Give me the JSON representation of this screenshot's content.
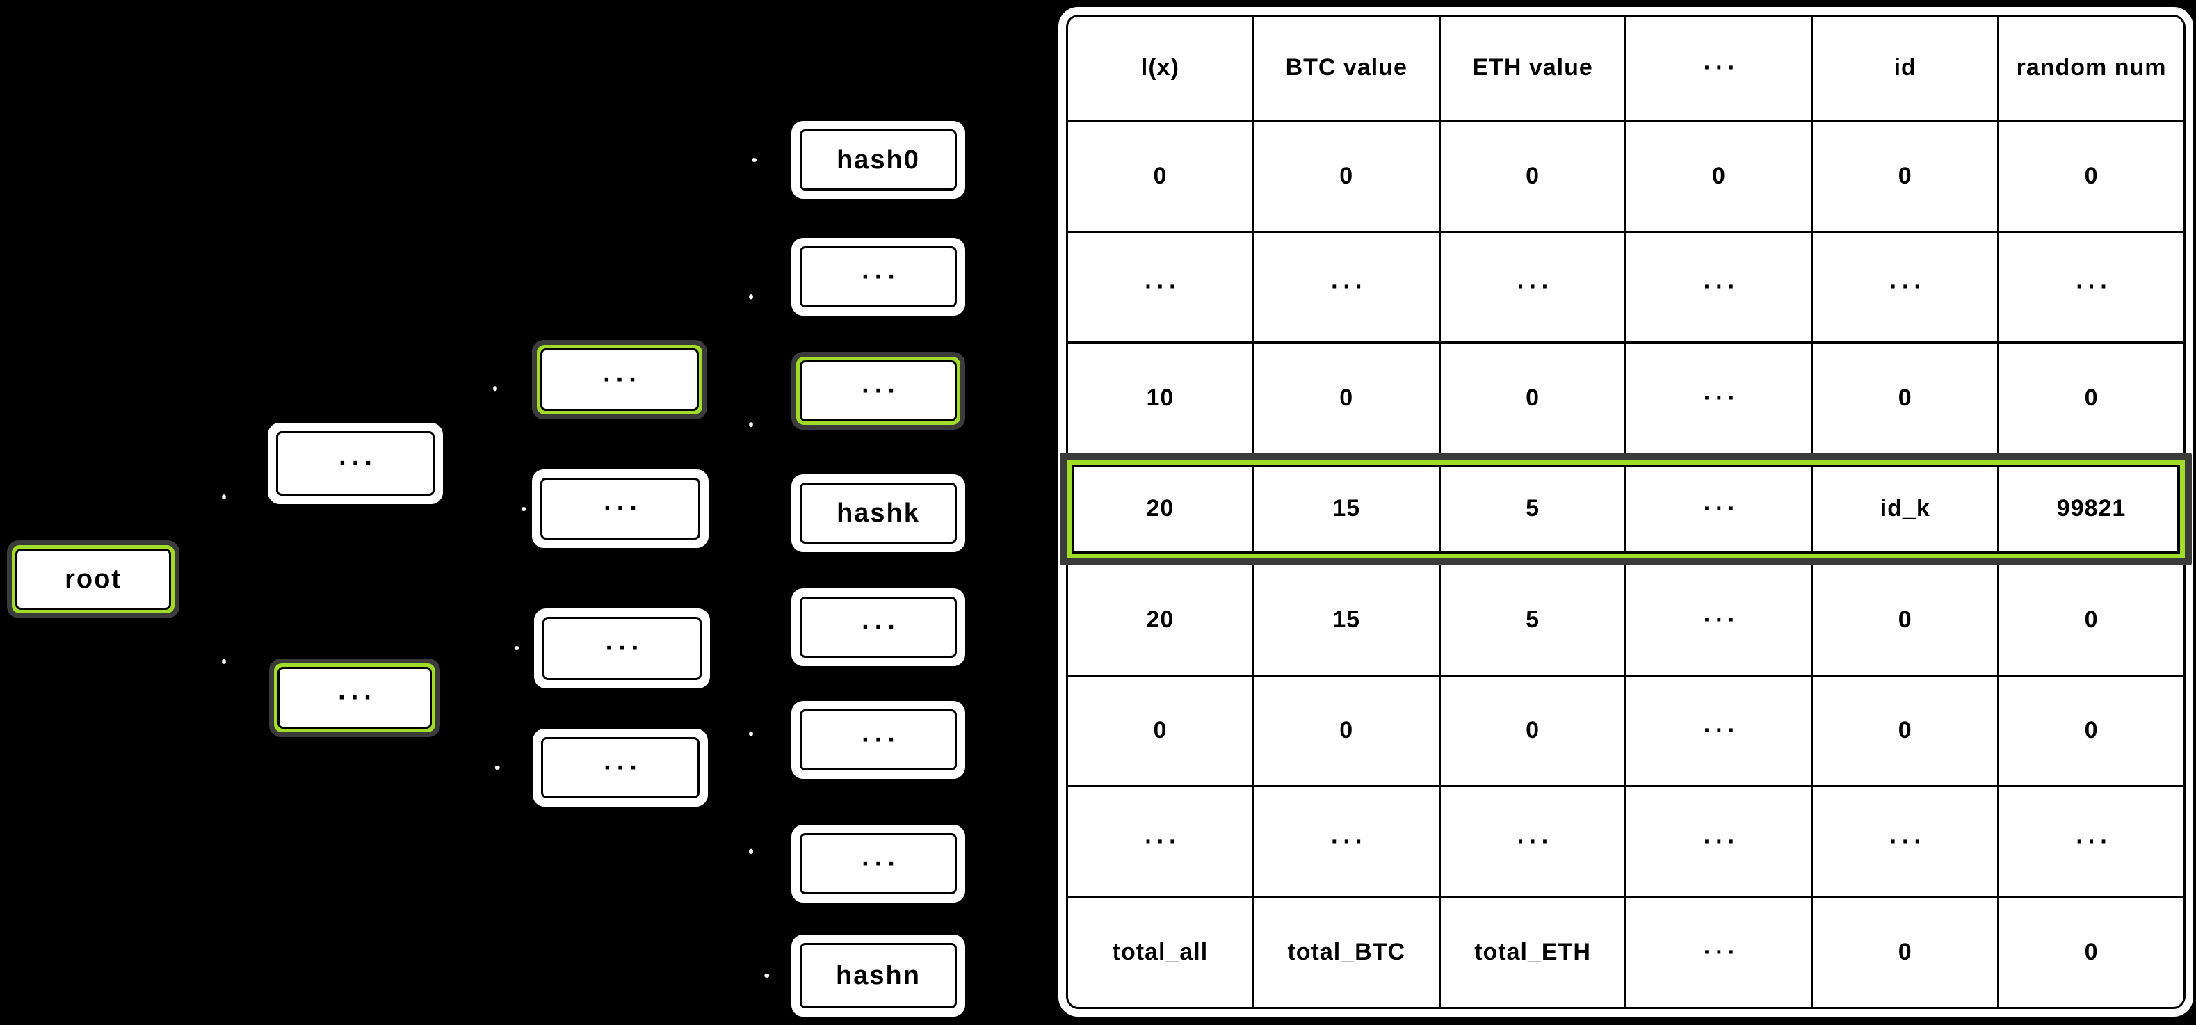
{
  "palette": {
    "background": "#000000",
    "node_fill": "#ffffff",
    "line": "#000000",
    "highlight_green": "#a0dc28",
    "highlight_dark_gray": "#3b3b3b",
    "connector_dot": "#ffffff"
  },
  "tree": {
    "nodes": [
      {
        "id": "root",
        "label": "root",
        "highlighted": true
      },
      {
        "id": "l2-top",
        "label": "...",
        "highlighted": false
      },
      {
        "id": "l2-bottom",
        "label": "...",
        "highlighted": true
      },
      {
        "id": "l3-1",
        "label": "...",
        "highlighted": true
      },
      {
        "id": "l3-2",
        "label": "...",
        "highlighted": false
      },
      {
        "id": "l3-3",
        "label": "...",
        "highlighted": false
      },
      {
        "id": "l3-4",
        "label": "...",
        "highlighted": false
      },
      {
        "id": "leaf-1",
        "label": "hash0",
        "highlighted": false
      },
      {
        "id": "leaf-2",
        "label": "...",
        "highlighted": false
      },
      {
        "id": "leaf-3",
        "label": "...",
        "highlighted": true
      },
      {
        "id": "leaf-4",
        "label": "hashk",
        "highlighted": false
      },
      {
        "id": "leaf-5",
        "label": "...",
        "highlighted": false
      },
      {
        "id": "leaf-6",
        "label": "...",
        "highlighted": false
      },
      {
        "id": "leaf-7",
        "label": "...",
        "highlighted": false
      },
      {
        "id": "leaf-8",
        "label": "hashn",
        "highlighted": false
      }
    ],
    "edges": [
      [
        "root",
        "l2-top"
      ],
      [
        "root",
        "l2-bottom"
      ],
      [
        "l2-top",
        "l3-1"
      ],
      [
        "l2-top",
        "l3-2"
      ],
      [
        "l2-bottom",
        "l3-3"
      ],
      [
        "l2-bottom",
        "l3-4"
      ],
      [
        "l3-1",
        "leaf-1"
      ],
      [
        "l3-1",
        "leaf-2"
      ],
      [
        "l3-2",
        "leaf-3"
      ],
      [
        "l3-2",
        "leaf-4"
      ],
      [
        "l3-3",
        "leaf-5"
      ],
      [
        "l3-3",
        "leaf-6"
      ],
      [
        "l3-4",
        "leaf-7"
      ],
      [
        "l3-4",
        "leaf-8"
      ]
    ]
  },
  "table": {
    "columns": [
      "l(x)",
      "BTC value",
      "ETH value",
      "...",
      "id",
      "random num"
    ],
    "rows": [
      {
        "cells": [
          "0",
          "0",
          "0",
          "0",
          "0",
          "0"
        ],
        "highlighted": false
      },
      {
        "cells": [
          "...",
          "...",
          "...",
          "...",
          "...",
          "..."
        ],
        "highlighted": false
      },
      {
        "cells": [
          "10",
          "0",
          "0",
          "...",
          "0",
          "0"
        ],
        "highlighted": false
      },
      {
        "cells": [
          "20",
          "15",
          "5",
          "...",
          "id_k",
          "99821"
        ],
        "highlighted": true
      },
      {
        "cells": [
          "20",
          "15",
          "5",
          "...",
          "0",
          "0"
        ],
        "highlighted": false
      },
      {
        "cells": [
          "0",
          "0",
          "0",
          "...",
          "0",
          "0"
        ],
        "highlighted": false
      },
      {
        "cells": [
          "...",
          "...",
          "...",
          "...",
          "...",
          "..."
        ],
        "highlighted": false
      },
      {
        "cells": [
          "total_all",
          "total_BTC",
          "total_ETH",
          "...",
          "0",
          "0"
        ],
        "highlighted": false
      }
    ]
  }
}
